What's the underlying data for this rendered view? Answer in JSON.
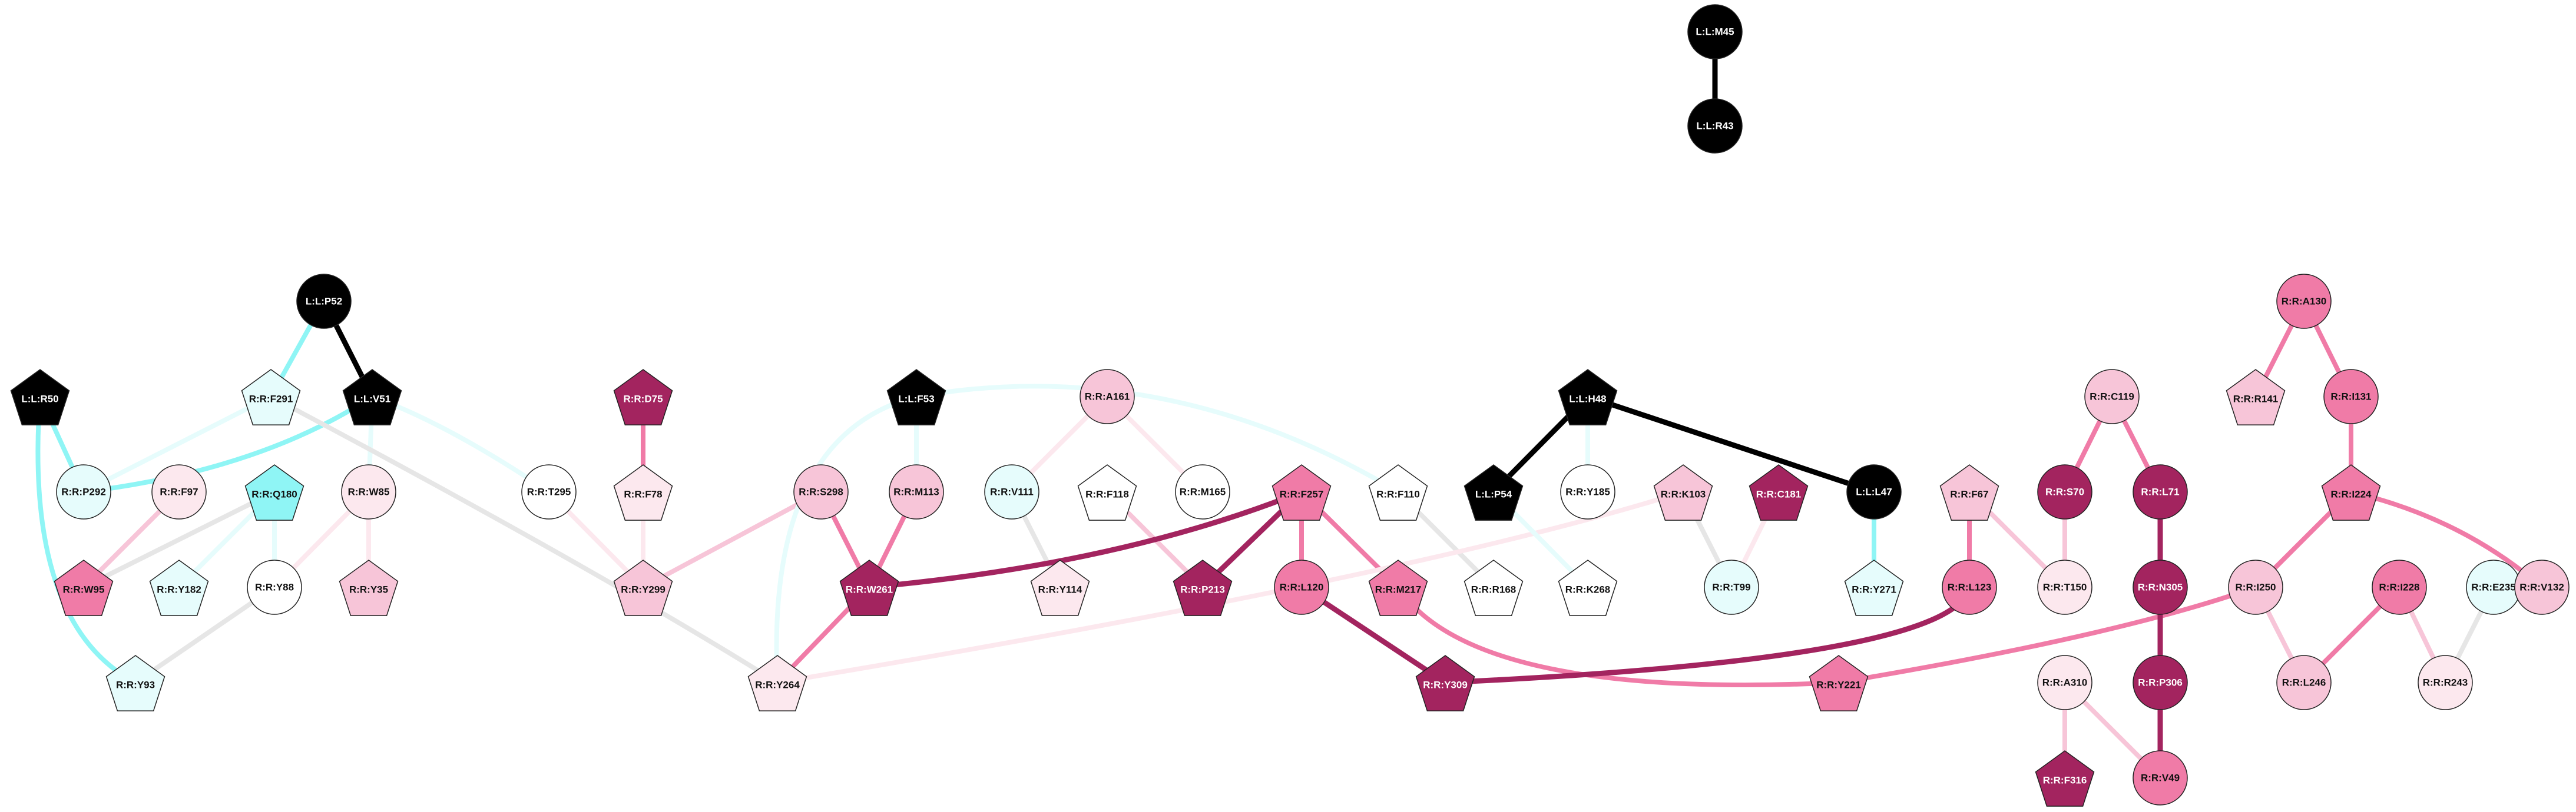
{
  "palette": {
    "black": "#000000",
    "white": "#ffffff",
    "cyan": "#8ff5f5",
    "cyan_pale": "#e6fcfc",
    "pink_pale": "#fce8ee",
    "pink_light": "#f7c5d8",
    "pink": "#f07ba7",
    "magenta": "#a3245f",
    "gray_edge": "#e6e6e6",
    "outline": "#222222"
  },
  "nodes": [
    {
      "id": "L:L:M45",
      "label": "L:L:M45",
      "shape": "circle",
      "fill": "black"
    },
    {
      "id": "L:L:R43",
      "label": "L:L:R43",
      "shape": "circle",
      "fill": "black"
    },
    {
      "id": "L:L:P52",
      "label": "L:L:P52",
      "shape": "circle",
      "fill": "black"
    },
    {
      "id": "L:L:R50",
      "label": "L:L:R50",
      "shape": "pentagon",
      "fill": "black"
    },
    {
      "id": "R:R:F291",
      "label": "R:R:F291",
      "shape": "pentagon",
      "fill": "cyan_pale"
    },
    {
      "id": "L:L:V51",
      "label": "L:L:V51",
      "shape": "pentagon",
      "fill": "black"
    },
    {
      "id": "R:R:P292",
      "label": "R:R:P292",
      "shape": "circle",
      "fill": "cyan_pale"
    },
    {
      "id": "R:R:F97",
      "label": "R:R:F97",
      "shape": "circle",
      "fill": "pink_pale"
    },
    {
      "id": "R:R:Q180",
      "label": "R:R:Q180",
      "shape": "pentagon",
      "fill": "cyan"
    },
    {
      "id": "R:R:W85",
      "label": "R:R:W85",
      "shape": "circle",
      "fill": "pink_pale"
    },
    {
      "id": "R:R:T295",
      "label": "R:R:T295",
      "shape": "circle",
      "fill": "white"
    },
    {
      "id": "R:R:W95",
      "label": "R:R:W95",
      "shape": "pentagon",
      "fill": "pink"
    },
    {
      "id": "R:R:Y182",
      "label": "R:R:Y182",
      "shape": "pentagon",
      "fill": "cyan_pale"
    },
    {
      "id": "R:R:Y88",
      "label": "R:R:Y88",
      "shape": "circle",
      "fill": "white"
    },
    {
      "id": "R:R:Y35",
      "label": "R:R:Y35",
      "shape": "pentagon",
      "fill": "pink_light"
    },
    {
      "id": "R:R:Y93",
      "label": "R:R:Y93",
      "shape": "pentagon",
      "fill": "cyan_pale"
    },
    {
      "id": "R:R:D75",
      "label": "R:R:D75",
      "shape": "pentagon",
      "fill": "magenta"
    },
    {
      "id": "R:R:F78",
      "label": "R:R:F78",
      "shape": "pentagon",
      "fill": "pink_pale"
    },
    {
      "id": "R:R:Y299",
      "label": "R:R:Y299",
      "shape": "pentagon",
      "fill": "pink_light"
    },
    {
      "id": "L:L:F53",
      "label": "L:L:F53",
      "shape": "pentagon",
      "fill": "black"
    },
    {
      "id": "R:R:A161",
      "label": "R:R:A161",
      "shape": "circle",
      "fill": "pink_light"
    },
    {
      "id": "R:R:S298",
      "label": "R:R:S298",
      "shape": "circle",
      "fill": "pink_light"
    },
    {
      "id": "R:R:M113",
      "label": "R:R:M113",
      "shape": "circle",
      "fill": "pink_light"
    },
    {
      "id": "R:R:V111",
      "label": "R:R:V111",
      "shape": "circle",
      "fill": "cyan_pale"
    },
    {
      "id": "R:R:F118",
      "label": "R:R:F118",
      "shape": "pentagon",
      "fill": "white"
    },
    {
      "id": "R:R:M165",
      "label": "R:R:M165",
      "shape": "circle",
      "fill": "white"
    },
    {
      "id": "R:R:W261",
      "label": "R:R:W261",
      "shape": "pentagon",
      "fill": "magenta"
    },
    {
      "id": "R:R:Y114",
      "label": "R:R:Y114",
      "shape": "pentagon",
      "fill": "pink_pale"
    },
    {
      "id": "R:R:P213",
      "label": "R:R:P213",
      "shape": "pentagon",
      "fill": "magenta"
    },
    {
      "id": "R:R:Y264",
      "label": "R:R:Y264",
      "shape": "pentagon",
      "fill": "pink_pale"
    },
    {
      "id": "R:R:F257",
      "label": "R:R:F257",
      "shape": "pentagon",
      "fill": "pink"
    },
    {
      "id": "R:R:F110",
      "label": "R:R:F110",
      "shape": "pentagon",
      "fill": "white"
    },
    {
      "id": "R:R:L120",
      "label": "R:R:L120",
      "shape": "circle",
      "fill": "pink"
    },
    {
      "id": "R:R:M217",
      "label": "R:R:M217",
      "shape": "pentagon",
      "fill": "pink"
    },
    {
      "id": "R:R:R168",
      "label": "R:R:R168",
      "shape": "pentagon",
      "fill": "white"
    },
    {
      "id": "R:R:Y309",
      "label": "R:R:Y309",
      "shape": "pentagon",
      "fill": "magenta"
    },
    {
      "id": "L:L:H48",
      "label": "L:L:H48",
      "shape": "pentagon",
      "fill": "black"
    },
    {
      "id": "L:L:P54",
      "label": "L:L:P54",
      "shape": "pentagon",
      "fill": "black"
    },
    {
      "id": "R:R:Y185",
      "label": "R:R:Y185",
      "shape": "circle",
      "fill": "white"
    },
    {
      "id": "R:R:K103",
      "label": "R:R:K103",
      "shape": "pentagon",
      "fill": "pink_light"
    },
    {
      "id": "R:R:C181",
      "label": "R:R:C181",
      "shape": "pentagon",
      "fill": "magenta"
    },
    {
      "id": "L:L:L47",
      "label": "L:L:L47",
      "shape": "circle",
      "fill": "black"
    },
    {
      "id": "R:R:K268",
      "label": "R:R:K268",
      "shape": "pentagon",
      "fill": "white"
    },
    {
      "id": "R:R:T99",
      "label": "R:R:T99",
      "shape": "circle",
      "fill": "cyan_pale"
    },
    {
      "id": "R:R:Y271",
      "label": "R:R:Y271",
      "shape": "pentagon",
      "fill": "cyan_pale"
    },
    {
      "id": "R:R:F67",
      "label": "R:R:F67",
      "shape": "pentagon",
      "fill": "pink_light"
    },
    {
      "id": "R:R:L123",
      "label": "R:R:L123",
      "shape": "circle",
      "fill": "pink"
    },
    {
      "id": "R:R:T150",
      "label": "R:R:T150",
      "shape": "circle",
      "fill": "pink_pale"
    },
    {
      "id": "R:R:Y221",
      "label": "R:R:Y221",
      "shape": "pentagon",
      "fill": "pink"
    },
    {
      "id": "R:R:C119",
      "label": "R:R:C119",
      "shape": "circle",
      "fill": "pink_light"
    },
    {
      "id": "R:R:S70",
      "label": "R:R:S70",
      "shape": "circle",
      "fill": "magenta"
    },
    {
      "id": "R:R:L71",
      "label": "R:R:L71",
      "shape": "circle",
      "fill": "magenta"
    },
    {
      "id": "R:R:N305",
      "label": "R:R:N305",
      "shape": "circle",
      "fill": "magenta"
    },
    {
      "id": "R:R:P306",
      "label": "R:R:P306",
      "shape": "circle",
      "fill": "magenta"
    },
    {
      "id": "R:R:A310",
      "label": "R:R:A310",
      "shape": "circle",
      "fill": "pink_pale"
    },
    {
      "id": "R:R:F316",
      "label": "R:R:F316",
      "shape": "pentagon",
      "fill": "magenta"
    },
    {
      "id": "R:R:V49",
      "label": "R:R:V49",
      "shape": "circle",
      "fill": "pink"
    },
    {
      "id": "R:R:A130",
      "label": "R:R:A130",
      "shape": "circle",
      "fill": "pink"
    },
    {
      "id": "R:R:R141",
      "label": "R:R:R141",
      "shape": "pentagon",
      "fill": "pink_light"
    },
    {
      "id": "R:R:I131",
      "label": "R:R:I131",
      "shape": "circle",
      "fill": "pink"
    },
    {
      "id": "R:R:I224",
      "label": "R:R:I224",
      "shape": "pentagon",
      "fill": "pink"
    },
    {
      "id": "R:R:I250",
      "label": "R:R:I250",
      "shape": "circle",
      "fill": "pink_light"
    },
    {
      "id": "R:R:I228",
      "label": "R:R:I228",
      "shape": "circle",
      "fill": "pink"
    },
    {
      "id": "R:R:E235",
      "label": "R:R:E235",
      "shape": "circle",
      "fill": "cyan_pale"
    },
    {
      "id": "R:R:V132",
      "label": "R:R:V132",
      "shape": "circle",
      "fill": "pink_light"
    },
    {
      "id": "R:R:L246",
      "label": "R:R:L246",
      "shape": "circle",
      "fill": "pink_light"
    },
    {
      "id": "R:R:R243",
      "label": "R:R:R243",
      "shape": "circle",
      "fill": "pink_pale"
    }
  ],
  "edges": [
    {
      "source": "L:L:M45",
      "target": "L:L:R43",
      "color": "black"
    },
    {
      "source": "L:L:P52",
      "target": "L:L:V51",
      "color": "black"
    },
    {
      "source": "L:L:P52",
      "target": "R:R:F291",
      "color": "cyan"
    },
    {
      "source": "L:L:R50",
      "target": "R:R:P292",
      "color": "cyan"
    },
    {
      "source": "L:L:R50",
      "target": "R:R:Y93",
      "color": "cyan"
    },
    {
      "source": "L:L:V51",
      "target": "R:R:P292",
      "color": "cyan"
    },
    {
      "source": "L:L:V51",
      "target": "R:R:T295",
      "color": "cyan_pale"
    },
    {
      "source": "L:L:V51",
      "target": "R:R:W85",
      "color": "cyan_pale"
    },
    {
      "source": "R:R:F291",
      "target": "R:R:P292",
      "color": "cyan_pale"
    },
    {
      "source": "R:R:F291",
      "target": "R:R:Y264",
      "color": "gray_edge"
    },
    {
      "source": "R:R:F97",
      "target": "R:R:W95",
      "color": "pink_light"
    },
    {
      "source": "R:R:Q180",
      "target": "R:R:W95",
      "color": "gray_edge"
    },
    {
      "source": "R:R:Q180",
      "target": "R:R:Y182",
      "color": "cyan_pale"
    },
    {
      "source": "R:R:Q180",
      "target": "R:R:Y88",
      "color": "cyan_pale"
    },
    {
      "source": "R:R:W85",
      "target": "R:R:Y35",
      "color": "pink_pale"
    },
    {
      "source": "R:R:W85",
      "target": "R:R:Y88",
      "color": "pink_pale"
    },
    {
      "source": "R:R:Y88",
      "target": "R:R:Y93",
      "color": "gray_edge"
    },
    {
      "source": "R:R:T295",
      "target": "R:R:Y299",
      "color": "pink_pale"
    },
    {
      "source": "R:R:D75",
      "target": "R:R:F78",
      "color": "pink"
    },
    {
      "source": "R:R:F78",
      "target": "R:R:Y299",
      "color": "pink_pale"
    },
    {
      "source": "R:R:S298",
      "target": "R:R:Y299",
      "color": "pink_light"
    },
    {
      "source": "R:R:S298",
      "target": "R:R:W261",
      "color": "pink"
    },
    {
      "source": "L:L:F53",
      "target": "R:R:M113",
      "color": "cyan_pale"
    },
    {
      "source": "L:L:F53",
      "target": "R:R:F110",
      "color": "cyan_pale"
    },
    {
      "source": "L:L:F53",
      "target": "R:R:Y264",
      "color": "cyan_pale"
    },
    {
      "source": "R:R:M113",
      "target": "R:R:W261",
      "color": "pink"
    },
    {
      "source": "R:R:A161",
      "target": "R:R:V111",
      "color": "pink_pale"
    },
    {
      "source": "R:R:A161",
      "target": "R:R:M165",
      "color": "pink_pale"
    },
    {
      "source": "R:R:V111",
      "target": "R:R:Y114",
      "color": "gray_edge"
    },
    {
      "source": "R:R:F118",
      "target": "R:R:P213",
      "color": "pink_light"
    },
    {
      "source": "R:R:W261",
      "target": "R:R:Y264",
      "color": "pink"
    },
    {
      "source": "R:R:F257",
      "target": "R:R:W261",
      "color": "magenta"
    },
    {
      "source": "R:R:F257",
      "target": "R:R:P213",
      "color": "magenta"
    },
    {
      "source": "R:R:F257",
      "target": "R:R:L120",
      "color": "pink"
    },
    {
      "source": "R:R:F257",
      "target": "R:R:M217",
      "color": "pink"
    },
    {
      "source": "R:R:L120",
      "target": "R:R:Y309",
      "color": "magenta"
    },
    {
      "source": "R:R:M217",
      "target": "R:R:Y221",
      "color": "pink"
    },
    {
      "source": "R:R:F110",
      "target": "R:R:R168",
      "color": "gray_edge"
    },
    {
      "source": "R:R:K103",
      "target": "R:R:Y264",
      "color": "pink_pale"
    },
    {
      "source": "L:L:H48",
      "target": "L:L:P54",
      "color": "black"
    },
    {
      "source": "L:L:H48",
      "target": "L:L:L47",
      "color": "black"
    },
    {
      "source": "L:L:H48",
      "target": "R:R:Y185",
      "color": "cyan_pale"
    },
    {
      "source": "L:L:P54",
      "target": "R:R:K268",
      "color": "cyan_pale"
    },
    {
      "source": "R:R:K103",
      "target": "R:R:T99",
      "color": "gray_edge"
    },
    {
      "source": "R:R:C181",
      "target": "R:R:T99",
      "color": "pink_pale"
    },
    {
      "source": "L:L:L47",
      "target": "R:R:Y271",
      "color": "cyan"
    },
    {
      "source": "R:R:F67",
      "target": "R:R:L123",
      "color": "pink"
    },
    {
      "source": "R:R:F67",
      "target": "R:R:T150",
      "color": "pink_light"
    },
    {
      "source": "R:R:L123",
      "target": "R:R:Y309",
      "color": "magenta"
    },
    {
      "source": "R:R:I250",
      "target": "R:R:Y221",
      "color": "pink"
    },
    {
      "source": "R:R:C119",
      "target": "R:R:S70",
      "color": "pink"
    },
    {
      "source": "R:R:C119",
      "target": "R:R:L71",
      "color": "pink"
    },
    {
      "source": "R:R:S70",
      "target": "R:R:T150",
      "color": "pink_light"
    },
    {
      "source": "R:R:L71",
      "target": "R:R:N305",
      "color": "magenta"
    },
    {
      "source": "R:R:N305",
      "target": "R:R:P306",
      "color": "magenta"
    },
    {
      "source": "R:R:P306",
      "target": "R:R:V49",
      "color": "magenta"
    },
    {
      "source": "R:R:A310",
      "target": "R:R:F316",
      "color": "pink_light"
    },
    {
      "source": "R:R:A310",
      "target": "R:R:V49",
      "color": "pink_light"
    },
    {
      "source": "R:R:A130",
      "target": "R:R:R141",
      "color": "pink"
    },
    {
      "source": "R:R:A130",
      "target": "R:R:I131",
      "color": "pink"
    },
    {
      "source": "R:R:I131",
      "target": "R:R:I224",
      "color": "pink"
    },
    {
      "source": "R:R:I224",
      "target": "R:R:I250",
      "color": "pink"
    },
    {
      "source": "R:R:I224",
      "target": "R:R:V132",
      "color": "pink"
    },
    {
      "source": "R:R:I250",
      "target": "R:R:L246",
      "color": "pink_light"
    },
    {
      "source": "R:R:I228",
      "target": "R:R:L246",
      "color": "pink"
    },
    {
      "source": "R:R:I228",
      "target": "R:R:R243",
      "color": "pink_light"
    },
    {
      "source": "R:R:E235",
      "target": "R:R:R243",
      "color": "gray_edge"
    }
  ]
}
